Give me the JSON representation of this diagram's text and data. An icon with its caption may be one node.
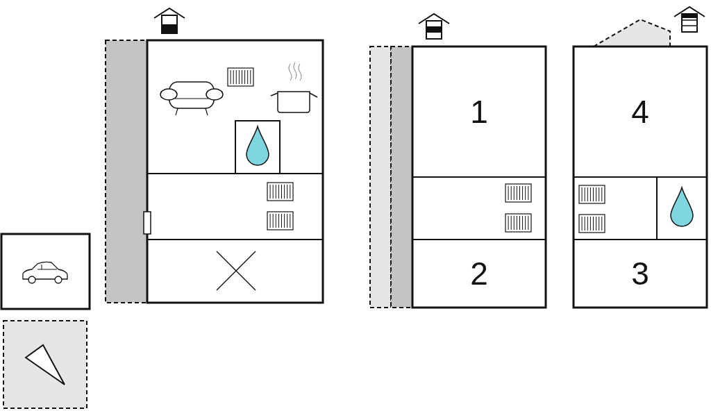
{
  "diagram": {
    "nodes": [
      {
        "text": [
          "1"
        ]
      },
      {
        "text": [
          "2"
        ]
      },
      {
        "text": [
          "4"
        ]
      },
      {
        "text": [
          "3"
        ]
      }
    ]
  }
}
